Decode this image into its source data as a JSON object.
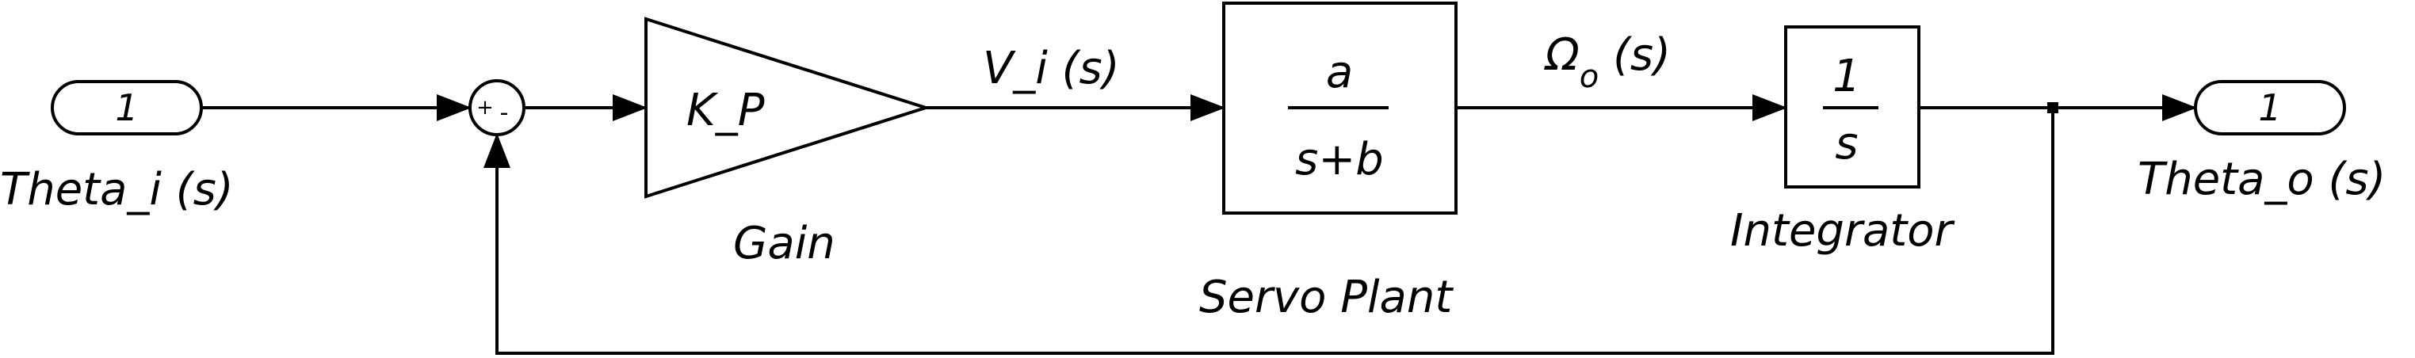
{
  "diagram": {
    "inport": {
      "number": "1",
      "label": "Theta_i (s)"
    },
    "sum": {
      "plus": "+",
      "minus": "-"
    },
    "gain": {
      "symbol": "K_P",
      "label": "Gain"
    },
    "signal_vi": "V_i (s)",
    "plant": {
      "numerator": "a",
      "denominator": "s+b",
      "label": "Servo Plant"
    },
    "signal_omega": {
      "symbol": "Ω",
      "subscript": "o",
      "rest": " (s)"
    },
    "integrator": {
      "numerator": "1",
      "denominator": "s",
      "label": "Integrator"
    },
    "outport": {
      "number": "1",
      "label": "Theta_o (s)"
    }
  }
}
